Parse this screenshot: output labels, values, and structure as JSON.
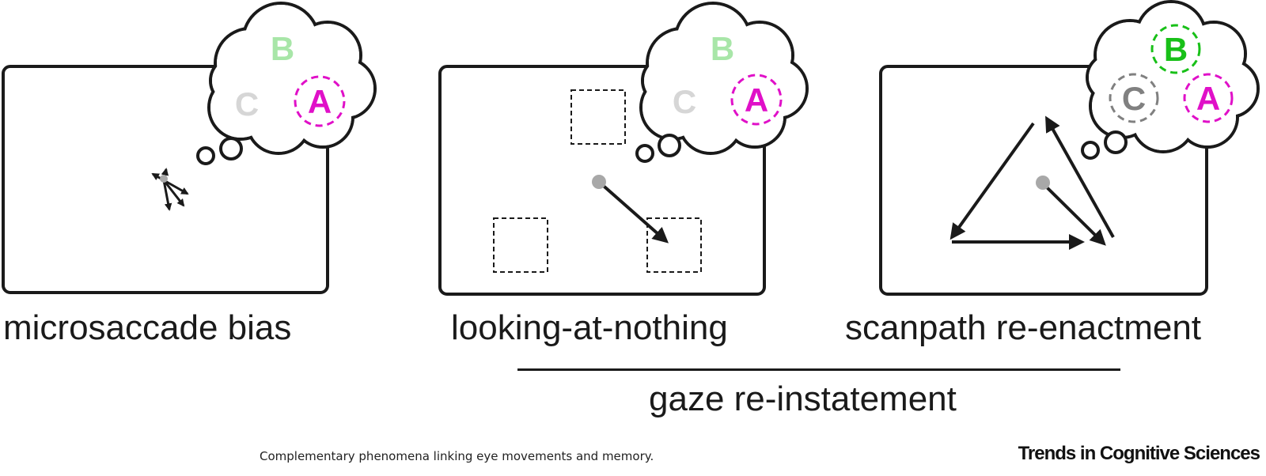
{
  "panels": [
    {
      "label": "microsaccade bias",
      "thought": {
        "A": "A",
        "B": "B",
        "C": "C",
        "highlighted": [
          "A"
        ]
      }
    },
    {
      "label": "looking-at-nothing",
      "thought": {
        "A": "A",
        "B": "B",
        "C": "C",
        "highlighted": [
          "A"
        ]
      }
    },
    {
      "label": "scanpath re-enactment",
      "thought": {
        "A": "A",
        "B": "B",
        "C": "C",
        "highlighted": [
          "A",
          "B",
          "C"
        ]
      }
    }
  ],
  "group": {
    "label": "gaze re-instatement"
  },
  "caption": "Complementary phenomena linking eye movements and memory.",
  "journal": "Trends in Cognitive Sciences",
  "colors": {
    "A": "#e010c8",
    "B_faded": "#a8e6a8",
    "B_strong": "#18c018",
    "C_faded": "#d6d6d6",
    "C_strong": "#808080",
    "fixation": "#a8a8a8",
    "stroke": "#1a1a1a"
  }
}
